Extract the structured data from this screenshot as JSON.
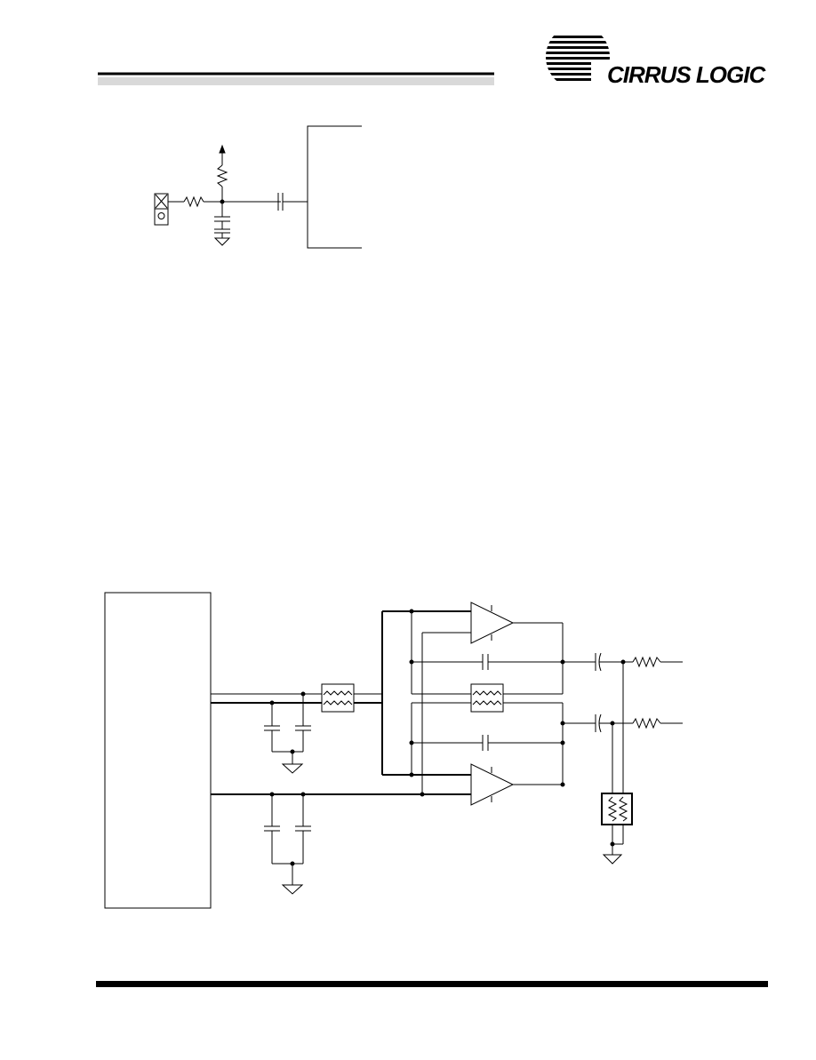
{
  "header": {
    "logo_text": "CIRRUS LOGIC",
    "rule_color": "#000000",
    "shade_color": "#d9d9d9"
  },
  "schematic_top": {
    "components": [
      "connector-icon",
      "resistor-icon",
      "pullup-arrow-icon",
      "capacitor-icon",
      "ground-icon",
      "ic-block"
    ]
  },
  "schematic_bottom": {
    "components": [
      "ic-block",
      "ferrite-bead-icon",
      "op-amp-icon",
      "capacitor-icon",
      "ground-icon",
      "transformer-icon"
    ]
  },
  "footer": {
    "rule_color": "#000000"
  }
}
